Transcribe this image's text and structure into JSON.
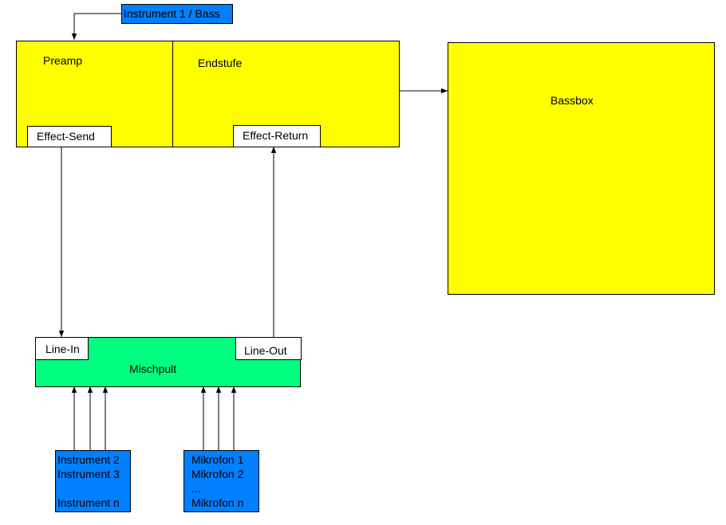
{
  "instrument_source": {
    "label": "Instrument 1 / Bass"
  },
  "preamp": {
    "label": "Preamp",
    "port": "Effect-Send"
  },
  "endstufe": {
    "label": "Endstufe",
    "port": "Effect-Return"
  },
  "bassbox": {
    "label": "Bassbox"
  },
  "mischpult": {
    "label": "Mischpult",
    "input": "Line-In",
    "output": "Line-Out"
  },
  "instruments": {
    "lines": [
      "Instrument 2",
      "Instrument 3",
      "",
      "Instrument n"
    ]
  },
  "mikrofone": {
    "lines": [
      "Mikrofon 1",
      "Mikrofon 2",
      "...",
      "Mikrofon n"
    ]
  },
  "colors": {
    "amp": "#ffff00",
    "mixer": "#00ff80",
    "source": "#0080ff",
    "port": "#ffffff"
  }
}
